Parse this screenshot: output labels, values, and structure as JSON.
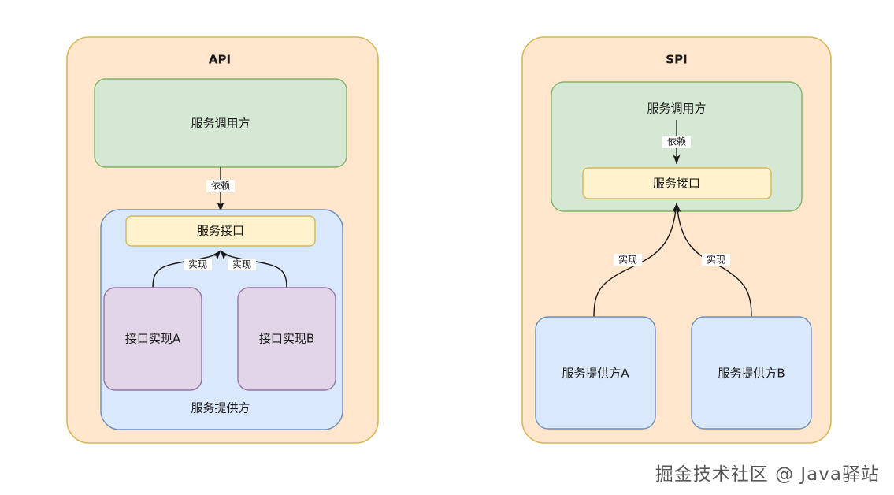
{
  "diagram": {
    "type": "architecture-comparison",
    "background": "#ffffff",
    "watermark": "掘金技术社区 @ Java驿站",
    "palette": {
      "outer_fill": "#ffe6cc",
      "outer_stroke": "#d6b656",
      "consumer_fill": "#d5e8d4",
      "consumer_stroke": "#82b366",
      "interface_fill": "#fff2cc",
      "interface_stroke": "#d6b656",
      "provider_container_fill": "#dae8fc",
      "provider_container_stroke": "#6c8ebf",
      "impl_fill": "#e1d5e7",
      "impl_stroke": "#9673a6",
      "provider_fill": "#dae8fc",
      "provider_stroke": "#6c8ebf",
      "edge_stroke": "#1a1a1a",
      "label_text": "#1a1a1a",
      "label_bg": "#ffffff"
    },
    "panels": [
      {
        "id": "api",
        "title": "API",
        "consumer": "服务调用方",
        "interface": "服务接口",
        "provider_container_caption": "服务提供方",
        "implementations": [
          "接口实现A",
          "接口实现B"
        ],
        "edges": [
          {
            "from": "服务调用方",
            "to": "服务接口",
            "label": "依赖"
          },
          {
            "from": "接口实现A",
            "to": "服务接口",
            "label": "实现"
          },
          {
            "from": "接口实现B",
            "to": "服务接口",
            "label": "实现"
          }
        ]
      },
      {
        "id": "spi",
        "title": "SPI",
        "consumer": "服务调用方",
        "interface": "服务接口",
        "providers": [
          "服务提供方A",
          "服务提供方B"
        ],
        "edges": [
          {
            "from": "服务调用方",
            "to": "服务接口",
            "label": "依赖"
          },
          {
            "from": "服务提供方A",
            "to": "服务接口",
            "label": "实现"
          },
          {
            "from": "服务提供方B",
            "to": "服务接口",
            "label": "实现"
          }
        ]
      }
    ]
  }
}
